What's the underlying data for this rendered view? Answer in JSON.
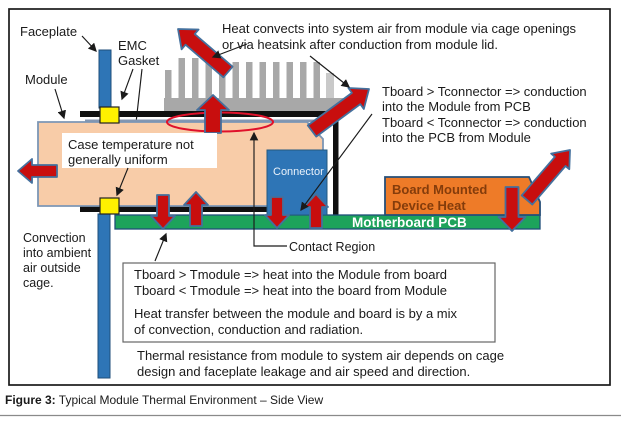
{
  "figure": {
    "caption_prefix": "Figure 3:",
    "caption_text": " Typical Module Thermal Environment – Side View"
  },
  "labels": {
    "faceplate": "Faceplate",
    "emc_line1": "EMC",
    "emc_line2": "Gasket",
    "module": "Module",
    "connector": "Connector",
    "motherboard_pcb": "Motherboard PCB",
    "device_line1": "Board Mounted",
    "device_line2": "Device Heat",
    "contact_region": "Contact Region"
  },
  "annotations": {
    "top_note": [
      "Heat convects into system air from module via cage openings",
      "or via heatsink after conduction from module lid."
    ],
    "tconnector_note": [
      "Tboard > Tconnector => conduction",
      "into the Module from PCB",
      "Tboard < Tconnector => conduction",
      "into the PCB from Module"
    ],
    "case_note": [
      "Case temperature not",
      "generally uniform"
    ],
    "convection_note": [
      "Convection",
      "into ambient",
      "air outside",
      "cage."
    ],
    "tmodule_box": [
      "Tboard > Tmodule => heat into the Module from board",
      "Tboard < Tmodule => heat into the board from Module",
      "Heat transfer between the module and board is by a mix",
      "of convection, conduction and radiation."
    ],
    "thermal_note": [
      "Thermal resistance from module to system air depends on cage",
      "design and faceplate leakage and air speed and direction."
    ]
  },
  "colors": {
    "arrow_red": "#C80E0E",
    "ellipse_red": "#E0112B",
    "faceplate_blue": "#2E75B6",
    "connector_blue": "#2E75B6",
    "pcb_green": "#1DA35B",
    "device_orange": "#EE7B28",
    "module_peach": "#F8CCA8",
    "gasket_yellow": "#FFF100",
    "heatsink_gray": "#A8A8A8"
  }
}
